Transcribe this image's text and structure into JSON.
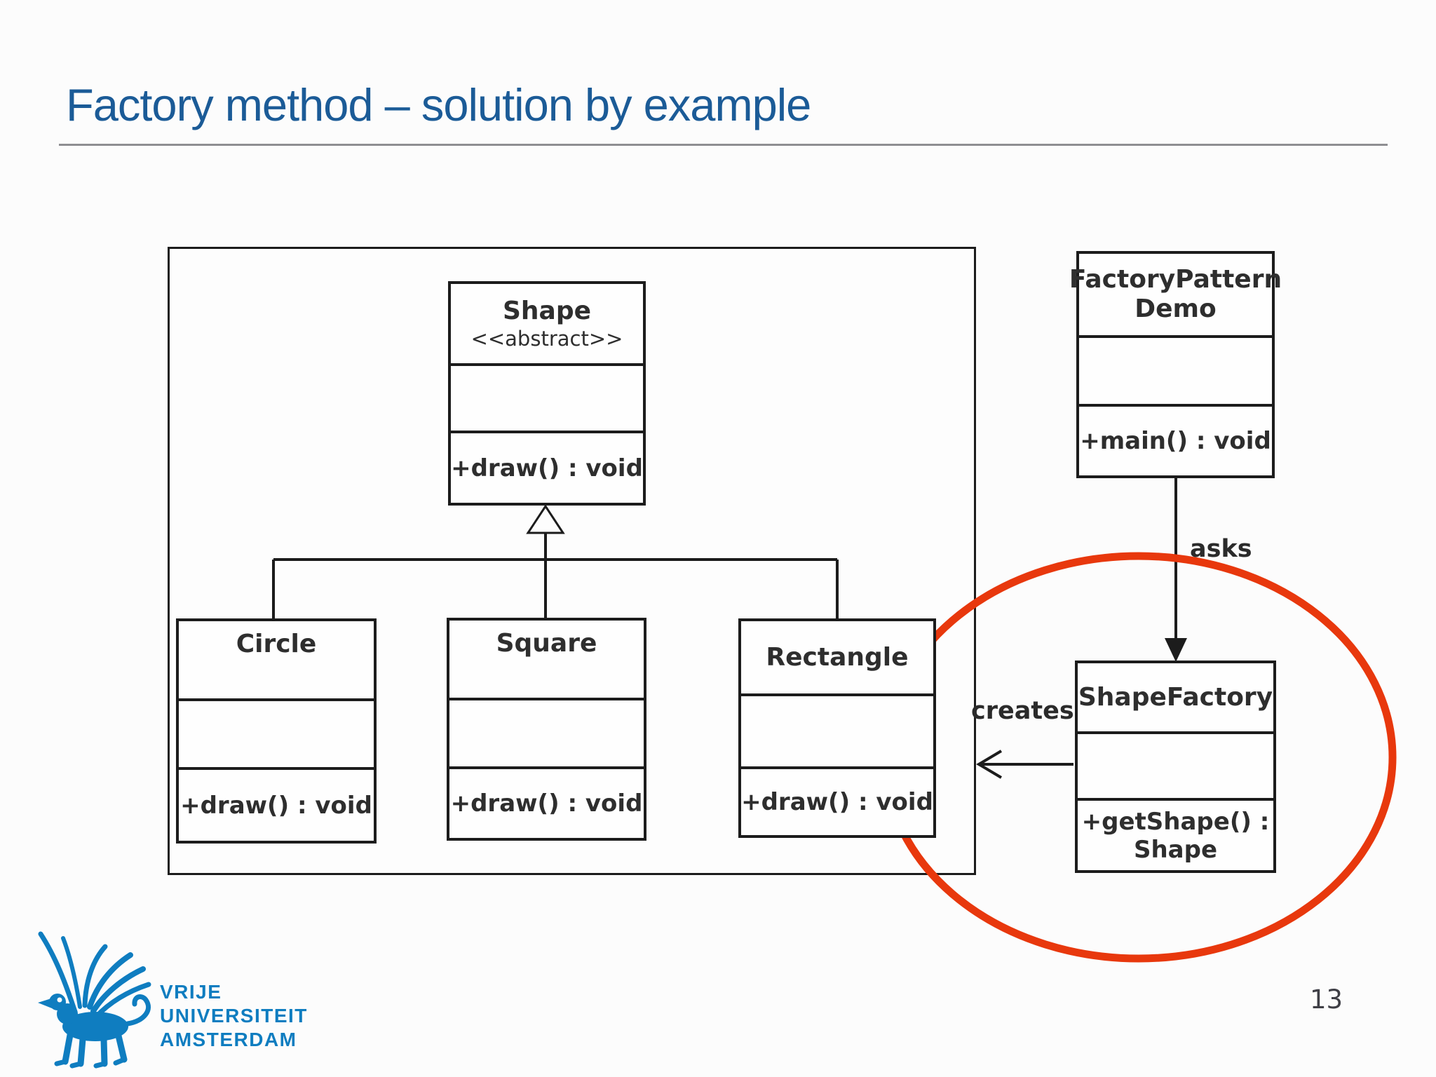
{
  "slide": {
    "title": "Factory method – solution by example",
    "page_number": "13",
    "title_color": "#1b5b97",
    "background_color": "#fcfcfc"
  },
  "logo": {
    "line1": "VRIJE",
    "line2": "UNIVERSITEIT",
    "line3": "AMSTERDAM",
    "color": "#0f7dc0"
  },
  "diagram": {
    "classes": {
      "shape": {
        "name": "Shape",
        "stereotype": "<<abstract>>",
        "method": "+draw() : void"
      },
      "circle": {
        "name": "Circle",
        "method": "+draw() : void"
      },
      "square": {
        "name": "Square",
        "method": "+draw() : void"
      },
      "rectangle": {
        "name": "Rectangle",
        "method": "+draw() : void"
      },
      "factory_pattern_demo": {
        "name_line1": "FactoryPattern",
        "name_line2": "Demo",
        "method": "+main() : void"
      },
      "shape_factory": {
        "name": "ShapeFactory",
        "method_line1": "+getShape() :",
        "method_line2": "Shape"
      }
    },
    "labels": {
      "asks": "asks",
      "creates": "creates"
    },
    "line_color": "#1c1c1c",
    "highlight_color": "#e8380d"
  }
}
